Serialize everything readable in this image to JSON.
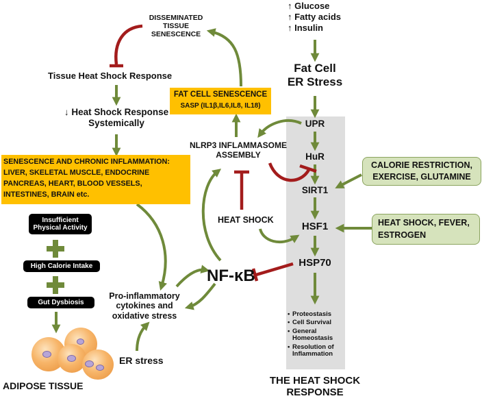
{
  "diagram": {
    "inputs": [
      "↑ Glucose",
      "↑ Fatty acids",
      "↑ Insulin"
    ],
    "fat_cell_er_stress": [
      "Fat Cell",
      "ER Stress"
    ],
    "disseminated": [
      "DISSEMINATED",
      "TISSUE",
      "SENESCENCE"
    ],
    "tissue_heat_shock_response": "Tissue Heat Shock Response",
    "decreased_hsr": [
      "↓ Heat Shock Response",
      "Systemically"
    ],
    "senescence_box": {
      "title": "SENESCENCE AND CHRONIC INFLAMMATION:",
      "lines": [
        "LIVER, SKELETAL MUSCLE, ENDOCRINE",
        "PANCREAS, HEART, BLOOD VESSELS,",
        "INTESTINES, BRAIN etc."
      ]
    },
    "fat_cell_senescence": {
      "title": "FAT CELL SENESCENCE",
      "sasp": "SASP (IL1β,IL6,IL8, IL18)"
    },
    "nlrp3": [
      "NLRP3 INFLAMMASOME",
      "ASSEMBLY"
    ],
    "heat_shock": "HEAT SHOCK",
    "nf_kb": "NF-κB",
    "pro_inflammatory": [
      "Pro-inflammatory",
      "cytokines and",
      "oxidative stress"
    ],
    "er_stress": "ER stress",
    "adipose_tissue": "ADIPOSE TISSUE",
    "risk_factors": [
      "Insufficient\nPhysical Activity",
      "High Calorie Intake",
      "Gut Dysbiosis"
    ],
    "pathway": [
      "UPR",
      "HuR",
      "SIRT1",
      "HSF1",
      "HSP70"
    ],
    "outcomes": [
      "Proteostasis",
      "Cell Survival",
      "General\nHomeostasis",
      "Resolution of\nInflammation"
    ],
    "calorie_restriction": [
      "CALORIE RESTRICTION,",
      "EXERCISE, GLUTAMINE"
    ],
    "heat_shock_fever": [
      "HEAT SHOCK, FEVER,",
      "ESTROGEN"
    ],
    "hsr_title": [
      "THE HEAT SHOCK",
      "RESPONSE"
    ]
  },
  "colors": {
    "arrow_green": "#6f8a3a",
    "inhibit_red": "#a31c1c",
    "orange": "#ffc000",
    "panel_gray": "#dedede",
    "green_box": "#d6e3bc"
  }
}
